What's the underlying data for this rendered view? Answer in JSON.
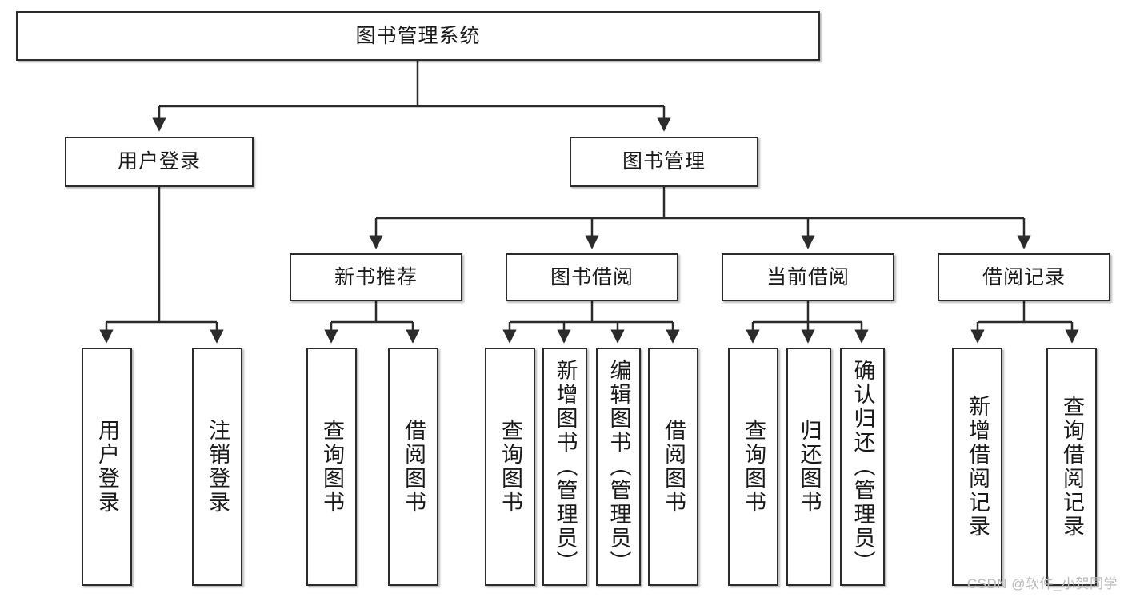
{
  "diagram": {
    "title": "图书管理系统",
    "type": "tree-hierarchy",
    "watermark": "CSDN @软件_小贺同学",
    "colors": {
      "node_border": "#2b2b2b",
      "node_fill": "#ffffff",
      "connector": "#2b2b2b",
      "background": "#ffffff",
      "watermark": "#b9b9b9"
    },
    "levels": {
      "root": {
        "label": "图书管理系统"
      },
      "level2": [
        {
          "label": "用户登录"
        },
        {
          "label": "图书管理"
        }
      ],
      "level3": [
        {
          "label": "新书推荐"
        },
        {
          "label": "图书借阅"
        },
        {
          "label": "当前借阅"
        },
        {
          "label": "借阅记录"
        }
      ],
      "leaves": {
        "user_login": [
          {
            "label": "用户登录"
          },
          {
            "label": "注销登录"
          }
        ],
        "new_book_recommend": [
          {
            "label": "查询图书"
          },
          {
            "label": "借阅图书"
          }
        ],
        "book_borrow": [
          {
            "label": "查询图书"
          },
          {
            "label": "新增图书（管理员）"
          },
          {
            "label": "编辑图书（管理员）"
          },
          {
            "label": "借阅图书"
          }
        ],
        "current_borrow": [
          {
            "label": "查询图书"
          },
          {
            "label": "归还图书"
          },
          {
            "label": "确认归还（管理员）"
          }
        ],
        "borrow_record": [
          {
            "label": "新增借阅记录"
          },
          {
            "label": "查询借阅记录"
          }
        ]
      }
    }
  }
}
